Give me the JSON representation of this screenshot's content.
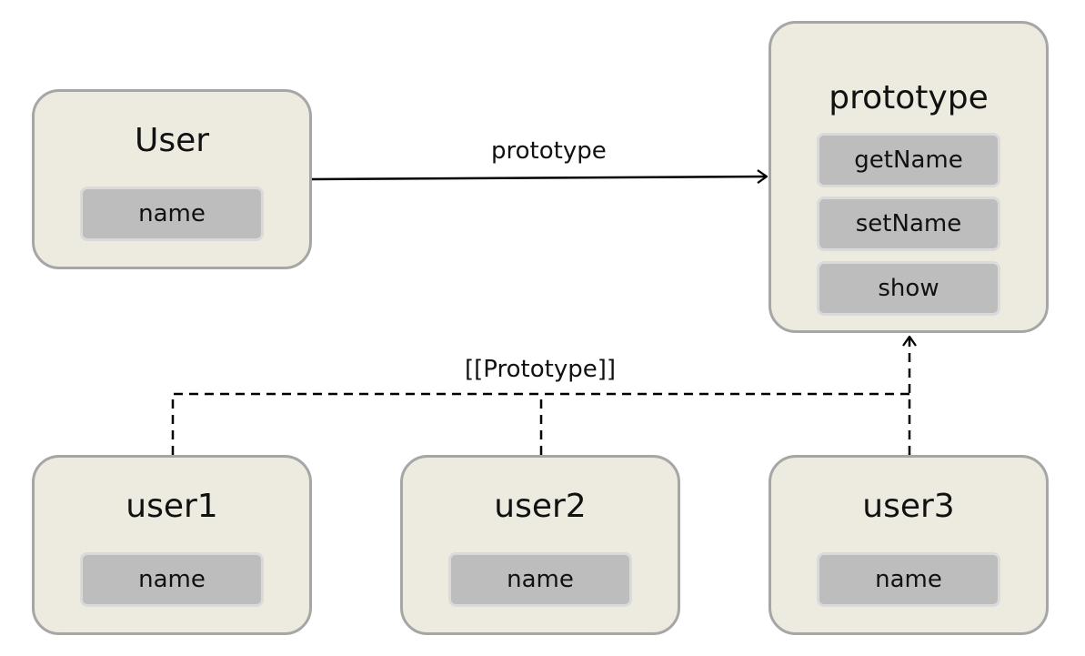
{
  "user_box": {
    "title": "User",
    "fields": [
      "name"
    ]
  },
  "prototype_box": {
    "title": "prototype",
    "fields": [
      "getName",
      "setName",
      "show"
    ]
  },
  "instances": [
    {
      "title": "user1",
      "fields": [
        "name"
      ]
    },
    {
      "title": "user2",
      "fields": [
        "name"
      ]
    },
    {
      "title": "user3",
      "fields": [
        "name"
      ]
    }
  ],
  "edges": {
    "prototype_label": "prototype",
    "proto_link_label": "[[Prototype]]"
  },
  "colors": {
    "box_fill": "#edebe0",
    "box_border": "#a6a6a6",
    "field_fill": "#bdbdbd",
    "field_border": "#dadada",
    "line": "#000000"
  }
}
